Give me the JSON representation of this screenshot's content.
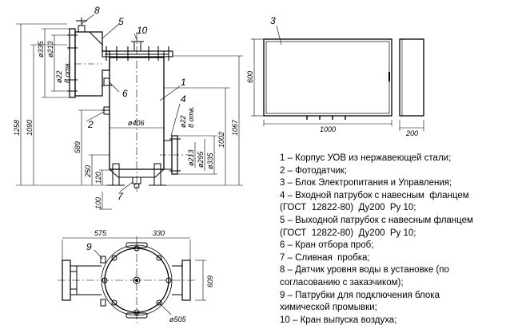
{
  "callouts": {
    "c1": "1",
    "c2": "2",
    "c3": "3",
    "c4": "4",
    "c5": "5",
    "c6": "6",
    "c7": "7",
    "c8": "8",
    "c9": "9",
    "c10": "10"
  },
  "dimensions": {
    "d335": "ø335",
    "d213": "ø213",
    "d22a": "ø22",
    "holes8a": "8 отв.",
    "d406": "ø406",
    "h1258": "1258",
    "h1090": "1090",
    "h1002": "1002",
    "h1067": "1067",
    "h589": "589",
    "h250": "250",
    "h120": "120",
    "h100": "100",
    "d22b": "ø22",
    "holes8b": "8 отв.",
    "d213b": "ø213",
    "d295": "ø295",
    "d335b": "ø335",
    "cab_h": "600",
    "cab_w": "1000",
    "cab_d": "200",
    "w575": "575",
    "w330": "330",
    "h609": "609",
    "d505": "ø505"
  },
  "legend": [
    "1 – Корпус УОВ из нержавеющей стали;",
    "2 – Фотодатчик;",
    "3 – Блок Электропитания и Управления;",
    "4 – Входной патрубок с навесным  фланцем",
    "(ГОСТ  12822-80)  Ду200  Ру 10;",
    "5 – Выходной патрубок с навесным фланцем",
    "(ГОСТ  12822-80)  Ду200  Ру 10;",
    "6 – Кран отбора проб;",
    "7 – Сливная  пробка;",
    "8 – Датчик уровня воды в установке (по",
    "согласованию с заказчиком);",
    "9 – Патрубки для подключения блока",
    "химической промывки;",
    "10 – Кран выпуска воздуха;"
  ]
}
